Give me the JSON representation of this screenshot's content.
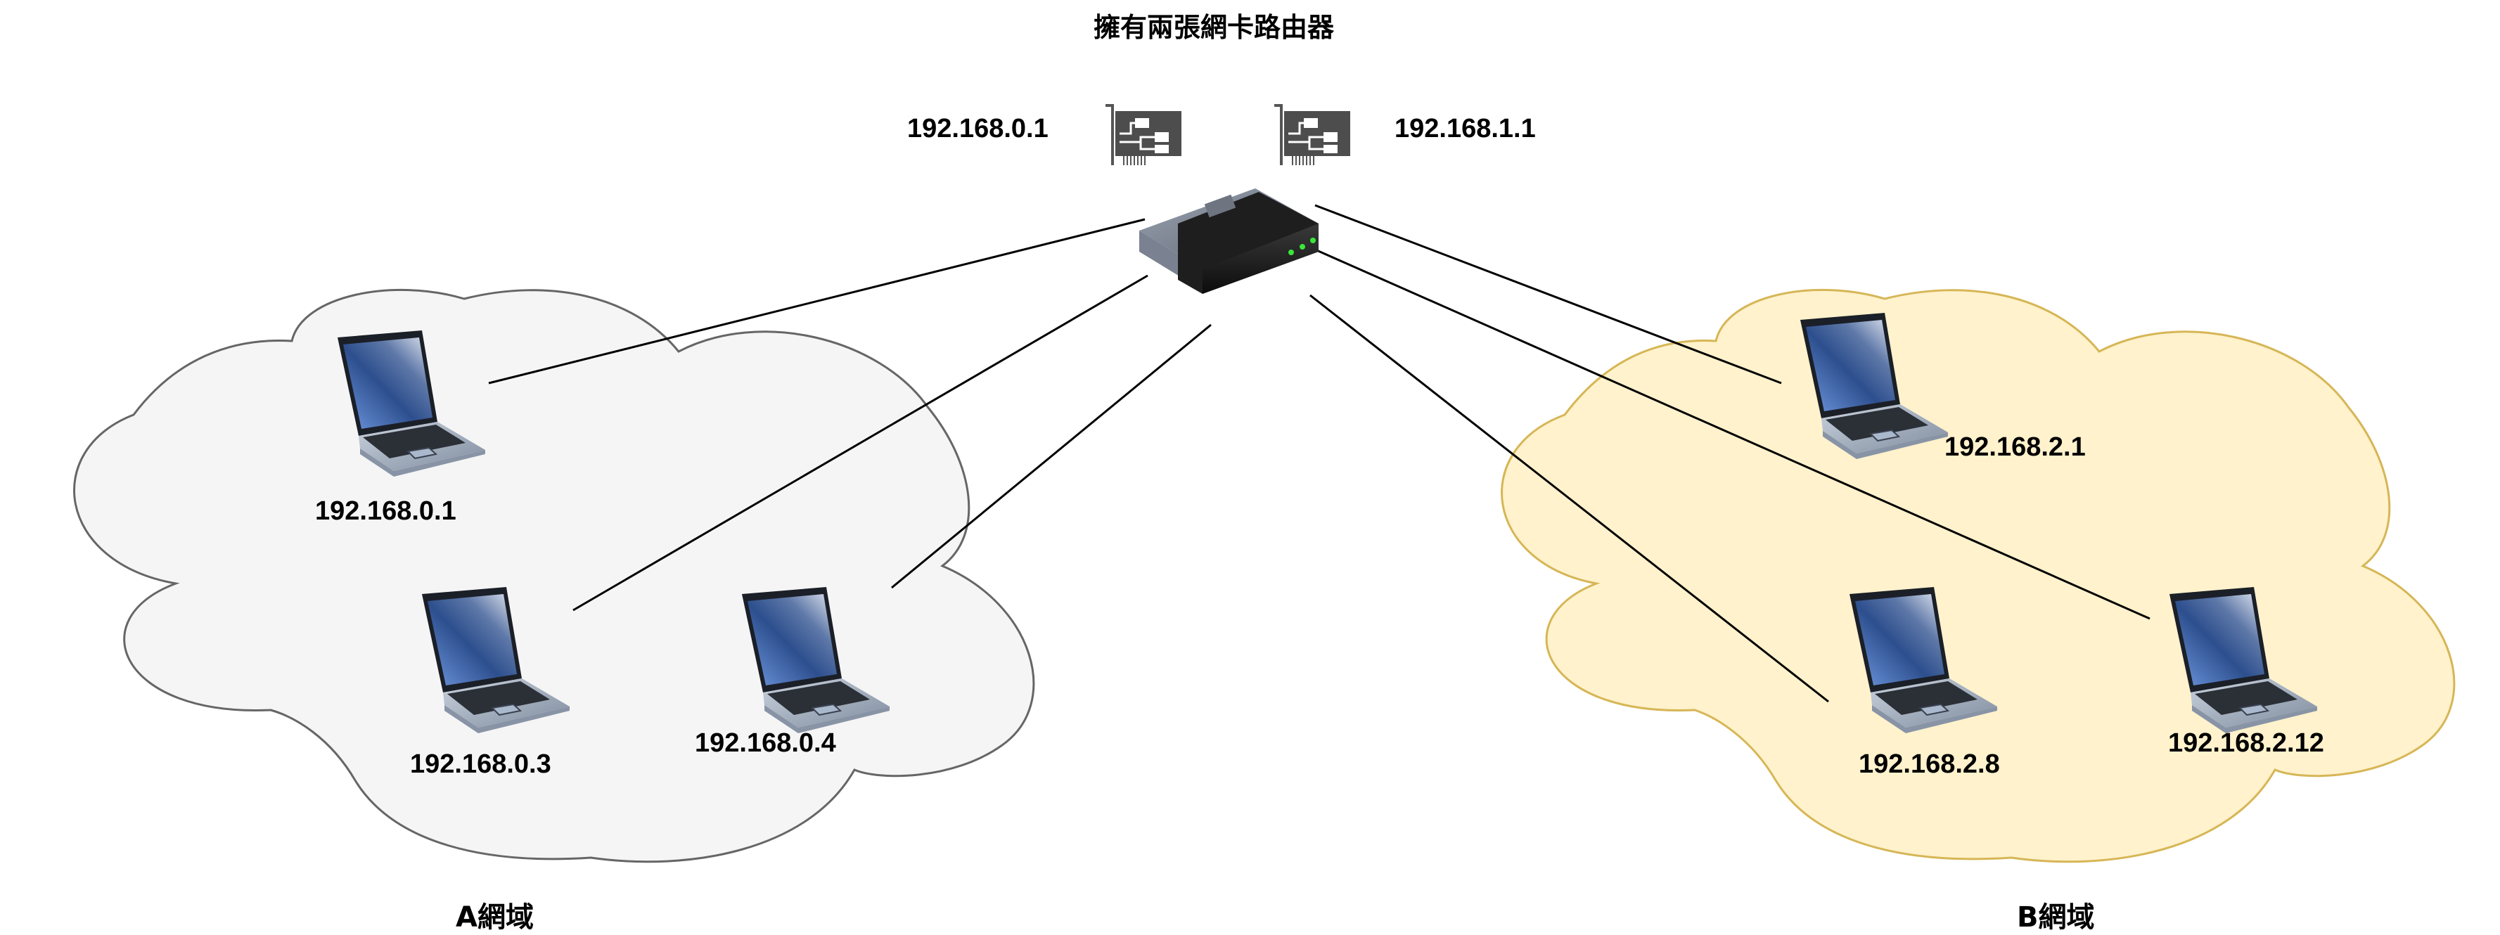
{
  "diagram": {
    "title": "擁有兩張網卡路由器",
    "router": {
      "icon": "router-icon",
      "nics": [
        {
          "icon": "network-card-icon",
          "ip": "192.168.0.1"
        },
        {
          "icon": "network-card-icon",
          "ip": "192.168.1.1"
        }
      ]
    },
    "networks": [
      {
        "name": "A網域",
        "fill": "#f5f5f5",
        "stroke": "#666666",
        "hosts": [
          {
            "icon": "laptop-icon",
            "ip": "192.168.0.1"
          },
          {
            "icon": "laptop-icon",
            "ip": "192.168.0.3"
          },
          {
            "icon": "laptop-icon",
            "ip": "192.168.0.4"
          }
        ]
      },
      {
        "name": "B網域",
        "fill": "#fff2cc",
        "stroke": "#d6b656",
        "hosts": [
          {
            "icon": "laptop-icon",
            "ip": "192.168.2.1"
          },
          {
            "icon": "laptop-icon",
            "ip": "192.168.2.8"
          },
          {
            "icon": "laptop-icon",
            "ip": "192.168.2.12"
          }
        ]
      }
    ],
    "connections": [
      {
        "from": "router",
        "to": "192.168.0.1"
      },
      {
        "from": "router",
        "to": "192.168.0.3"
      },
      {
        "from": "router",
        "to": "192.168.0.4"
      },
      {
        "from": "router",
        "to": "192.168.2.1"
      },
      {
        "from": "router",
        "to": "192.168.2.8"
      },
      {
        "from": "router",
        "to": "192.168.2.12"
      }
    ]
  }
}
